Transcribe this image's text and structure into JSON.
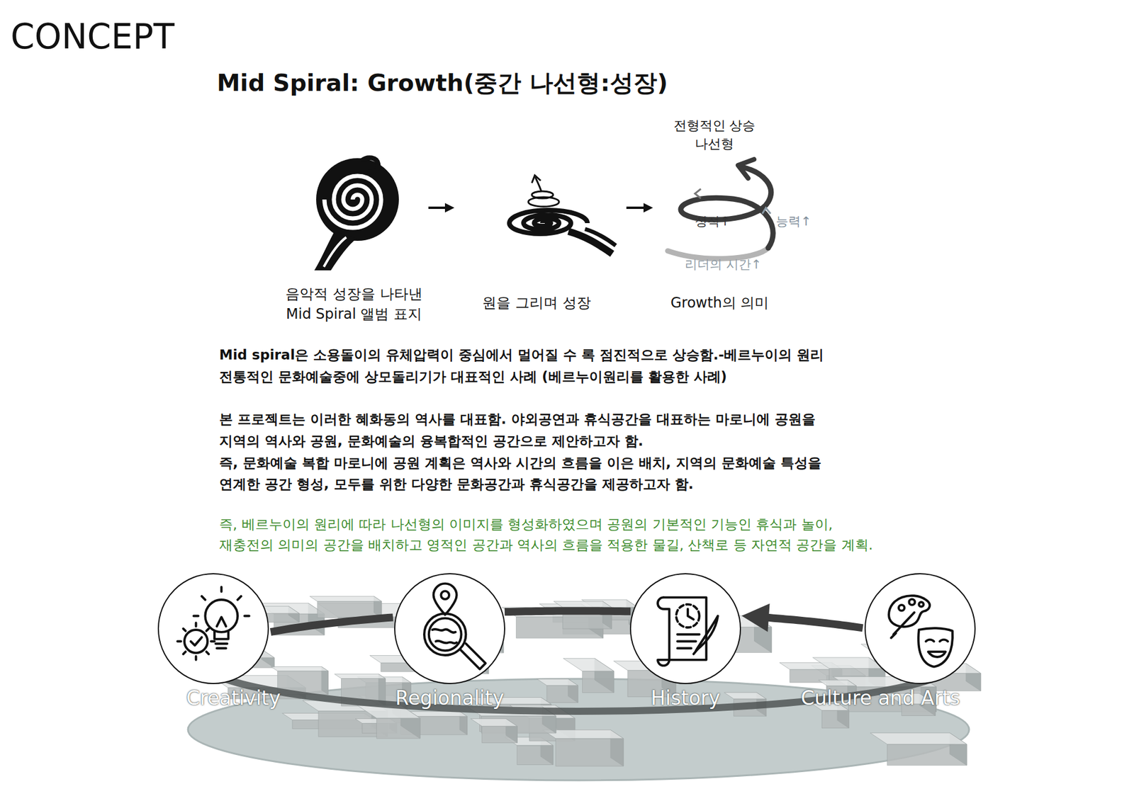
{
  "diagram": {
    "title": "Mid Spiral: Growth(중간 나선형:성장)",
    "nodes": [
      {
        "text": [
          "Creativity"
        ]
      },
      {
        "text": [
          "Regionality"
        ]
      },
      {
        "text": [
          "History"
        ]
      },
      {
        "text": [
          "Culture and Arts"
        ]
      }
    ],
    "edges": [
      {
        "from": 3,
        "to": 2,
        "arrow": "to"
      },
      {
        "from": 2,
        "to": 1,
        "arrow": "none"
      },
      {
        "from": 1,
        "to": 0,
        "arrow": "none"
      }
    ],
    "labels": [
      "CONCEPT",
      "전형적인 상승 나선형",
      "성적↑",
      "능력↑",
      "리더의 시간↑",
      "음악적 성장을 나타낸 Mid Spiral 앨범 표지",
      "원을 그리며 성장",
      "Growth의 의미",
      "Mid spiral은 소용돌이의 유체압력이 중심에서 멀어질 수 록 점진적으로 상승함.-베르누이의 원리",
      "전통적인 문화예술중에 상모돌리기가 대표적인 사례 (베르누이원리를 활용한 사례)",
      "본 프로젝트는 이러한 혜화동의 역사를 대표함. 야외공연과 휴식공간을 대표하는 마로니에 공원을",
      "지역의 역사와 공원, 문화예술의 융복합적인 공간으로 제안하고자 함.",
      "즉, 문화예술 복합 마로니에 공원 계획은 역사와 시간의 흐름을 이은 배치, 지역의 문화예술 특성을",
      "연계한 공간 형성, 모두를 위한 다양한 문화공간과 휴식공간을 제공하고자 함.",
      "즉, 베르누이의 원리에 따라 나선형의 이미지를 형성화하였으며 공원의 기본적인 기능인 휴식과 놀이,",
      "재충전의 의미의 공간을 배치하고 영적인 공간과 역사의 흐름을 적용한 물길, 산책로 등 자연적 공간을 계획."
    ]
  }
}
